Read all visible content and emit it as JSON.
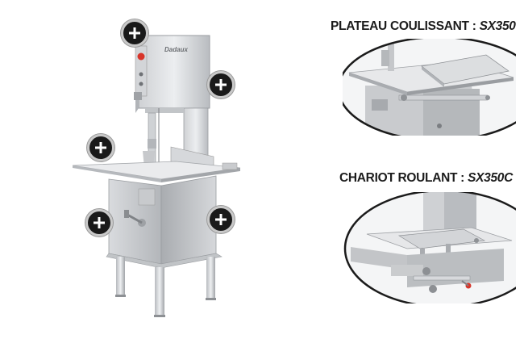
{
  "brand": "Dadaux",
  "hotspots": [
    {
      "id": "top-left",
      "label": "+"
    },
    {
      "id": "head-right",
      "label": "+"
    },
    {
      "id": "table-left",
      "label": "+"
    },
    {
      "id": "base-left",
      "label": "+"
    },
    {
      "id": "base-right",
      "label": "+"
    }
  ],
  "options": [
    {
      "name": "PLATEAU COULISSANT : ",
      "model": "SX350"
    },
    {
      "name": "CHARIOT ROULANT : ",
      "model": "SX350C"
    }
  ],
  "colors": {
    "steel_light": "#e6e7e9",
    "steel_mid": "#c4c6c9",
    "steel_dark": "#8d9094",
    "hotspot": "#1a1a1a",
    "red_knob": "#d8352a"
  },
  "icons": {
    "hotspot": "plus-icon"
  }
}
